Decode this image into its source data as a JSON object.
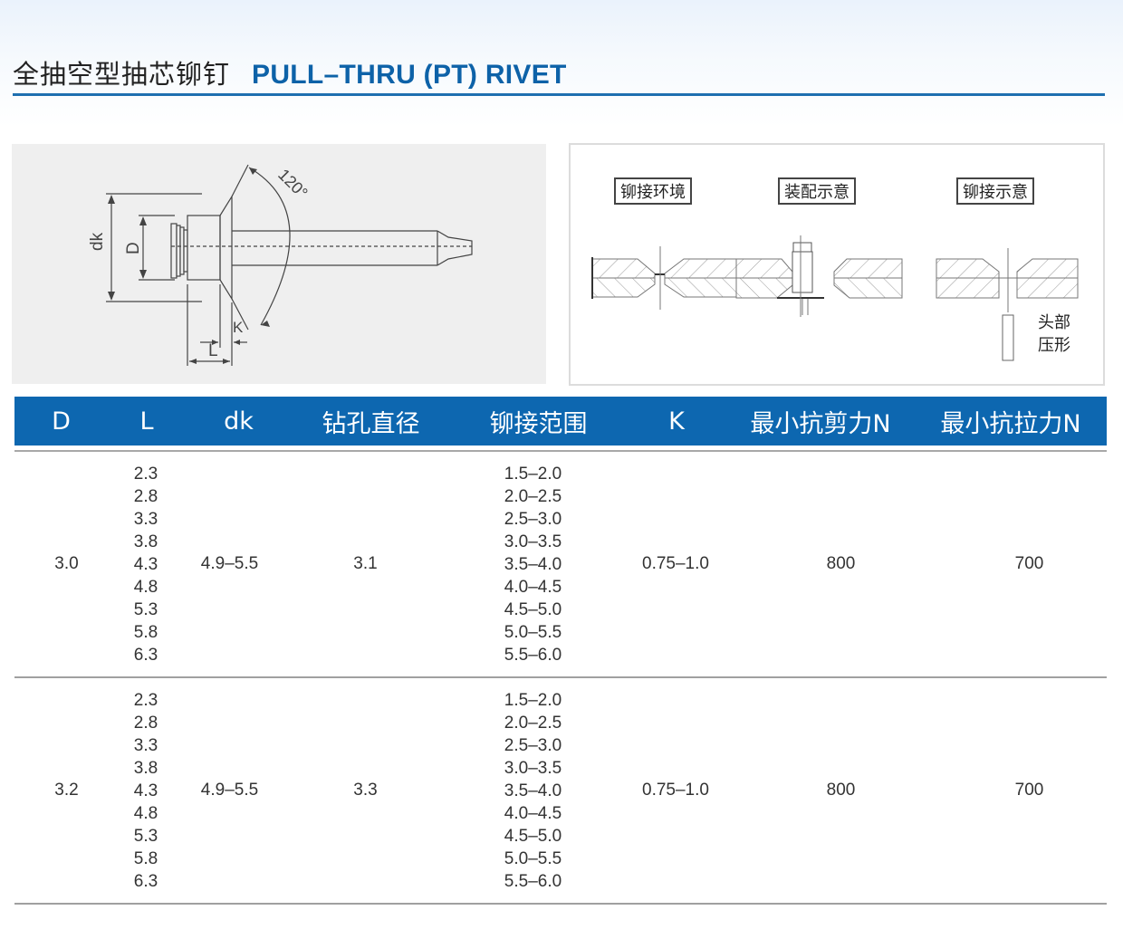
{
  "header": {
    "title_cn": "全抽空型抽芯铆钉",
    "title_en": "PULL–THRU (PT) RIVET",
    "accent_color": "#0d67b0"
  },
  "diagram_left": {
    "labels": {
      "dk": "dk",
      "D": "D",
      "K": "K",
      "L": "L",
      "angle": "120°"
    }
  },
  "diagram_right": {
    "steps": [
      {
        "label": "铆接环境"
      },
      {
        "label": "装配示意"
      },
      {
        "label": "铆接示意"
      }
    ],
    "note_line1": "头部",
    "note_line2": "压形"
  },
  "table": {
    "columns": [
      "D",
      "L",
      "dk",
      "钻孔直径",
      "铆接范围",
      "K",
      "最小抗剪力N",
      "最小抗拉力N"
    ],
    "rows": [
      {
        "D": "3.0",
        "L": [
          "2.3",
          "2.8",
          "3.3",
          "3.8",
          "4.3",
          "4.8",
          "5.3",
          "5.8",
          "6.3"
        ],
        "dk": "4.9–5.5",
        "drill": "3.1",
        "grip": [
          "1.5–2.0",
          "2.0–2.5",
          "2.5–3.0",
          "3.0–3.5",
          "3.5–4.0",
          "4.0–4.5",
          "4.5–5.0",
          "5.0–5.5",
          "5.5–6.0"
        ],
        "K": "0.75–1.0",
        "shear": "800",
        "tensile": "700"
      },
      {
        "D": "3.2",
        "L": [
          "2.3",
          "2.8",
          "3.3",
          "3.8",
          "4.3",
          "4.8",
          "5.3",
          "5.8",
          "6.3"
        ],
        "dk": "4.9–5.5",
        "drill": "3.3",
        "grip": [
          "1.5–2.0",
          "2.0–2.5",
          "2.5–3.0",
          "3.0–3.5",
          "3.5–4.0",
          "4.0–4.5",
          "4.5–5.0",
          "5.0–5.5",
          "5.5–6.0"
        ],
        "K": "0.75–1.0",
        "shear": "800",
        "tensile": "700"
      }
    ]
  }
}
